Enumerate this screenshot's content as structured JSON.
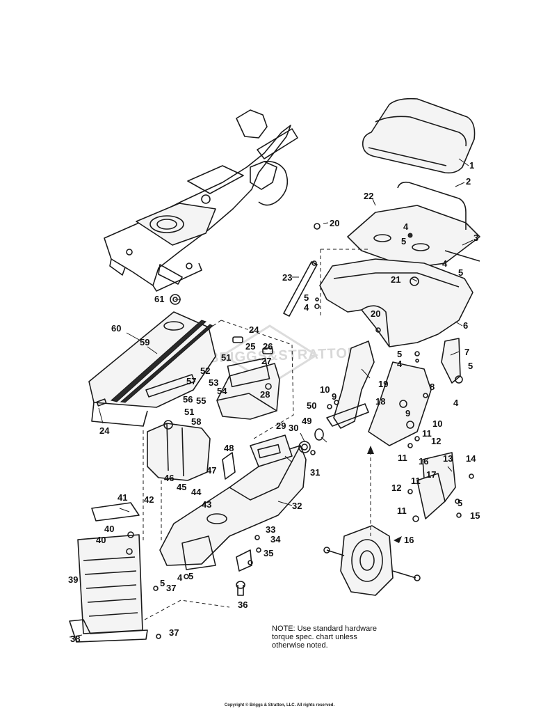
{
  "watermark": "BRIGGS&STRATTON",
  "note_lines": [
    "NOTE: Use standard hardware",
    "torque spec. chart unless",
    "otherwise noted."
  ],
  "copyright": "Copyright © Briggs & Stratton, LLC. All rights reserved.",
  "callouts": [
    {
      "id": "c1",
      "text": "1"
    },
    {
      "id": "c2",
      "text": "2"
    },
    {
      "id": "c3",
      "text": "3"
    },
    {
      "id": "c4a",
      "text": "4"
    },
    {
      "id": "c5a",
      "text": "5"
    },
    {
      "id": "c4b",
      "text": "4"
    },
    {
      "id": "c5b",
      "text": "5"
    },
    {
      "id": "c6",
      "text": "6"
    },
    {
      "id": "c20a",
      "text": "20"
    },
    {
      "id": "c22",
      "text": "22"
    },
    {
      "id": "c21",
      "text": "21"
    },
    {
      "id": "c23",
      "text": "23"
    },
    {
      "id": "c5c",
      "text": "5"
    },
    {
      "id": "c4c",
      "text": "4"
    },
    {
      "id": "c20b",
      "text": "20"
    },
    {
      "id": "c61",
      "text": "61"
    },
    {
      "id": "c60",
      "text": "60"
    },
    {
      "id": "c59",
      "text": "59"
    },
    {
      "id": "c24a",
      "text": "24"
    },
    {
      "id": "c25",
      "text": "25"
    },
    {
      "id": "c26",
      "text": "26"
    },
    {
      "id": "c51a",
      "text": "51"
    },
    {
      "id": "c27",
      "text": "27"
    },
    {
      "id": "c52",
      "text": "52"
    },
    {
      "id": "c53",
      "text": "53"
    },
    {
      "id": "c54",
      "text": "54"
    },
    {
      "id": "c57",
      "text": "57"
    },
    {
      "id": "c56",
      "text": "56"
    },
    {
      "id": "c55",
      "text": "55"
    },
    {
      "id": "c28",
      "text": "28"
    },
    {
      "id": "c24b",
      "text": "24"
    },
    {
      "id": "c51b",
      "text": "51"
    },
    {
      "id": "c58",
      "text": "58"
    },
    {
      "id": "c7",
      "text": "7"
    },
    {
      "id": "c5d",
      "text": "5"
    },
    {
      "id": "c5e",
      "text": "5"
    },
    {
      "id": "c4d",
      "text": "4"
    },
    {
      "id": "c4e",
      "text": "4"
    },
    {
      "id": "c19",
      "text": "19"
    },
    {
      "id": "c8",
      "text": "8"
    },
    {
      "id": "c10a",
      "text": "10"
    },
    {
      "id": "c9a",
      "text": "9"
    },
    {
      "id": "c18",
      "text": "18"
    },
    {
      "id": "c50",
      "text": "50"
    },
    {
      "id": "c9b",
      "text": "9"
    },
    {
      "id": "c10b",
      "text": "10"
    },
    {
      "id": "c11a",
      "text": "11"
    },
    {
      "id": "c12a",
      "text": "12"
    },
    {
      "id": "c49",
      "text": "49"
    },
    {
      "id": "c29",
      "text": "29"
    },
    {
      "id": "c30",
      "text": "30"
    },
    {
      "id": "c11b",
      "text": "11"
    },
    {
      "id": "c16a",
      "text": "16"
    },
    {
      "id": "c31",
      "text": "31"
    },
    {
      "id": "c48",
      "text": "48"
    },
    {
      "id": "c13",
      "text": "13"
    },
    {
      "id": "c14",
      "text": "14"
    },
    {
      "id": "c47",
      "text": "47"
    },
    {
      "id": "c46",
      "text": "46"
    },
    {
      "id": "c45",
      "text": "45"
    },
    {
      "id": "c44",
      "text": "44"
    },
    {
      "id": "c42",
      "text": "42"
    },
    {
      "id": "c17",
      "text": "17"
    },
    {
      "id": "c12b",
      "text": "12"
    },
    {
      "id": "c11c",
      "text": "11"
    },
    {
      "id": "c32",
      "text": "32"
    },
    {
      "id": "c43",
      "text": "43"
    },
    {
      "id": "c41",
      "text": "41"
    },
    {
      "id": "c5f",
      "text": "5"
    },
    {
      "id": "c15",
      "text": "15"
    },
    {
      "id": "c11d",
      "text": "11"
    },
    {
      "id": "c16b",
      "text": "16"
    },
    {
      "id": "c40a",
      "text": "40"
    },
    {
      "id": "c40b",
      "text": "40"
    },
    {
      "id": "c33",
      "text": "33"
    },
    {
      "id": "c34",
      "text": "34"
    },
    {
      "id": "c35",
      "text": "35"
    },
    {
      "id": "c39",
      "text": "39"
    },
    {
      "id": "c5g",
      "text": "5"
    },
    {
      "id": "c4f",
      "text": "4"
    },
    {
      "id": "c5h",
      "text": "5"
    },
    {
      "id": "c37a",
      "text": "37"
    },
    {
      "id": "c36",
      "text": "36"
    },
    {
      "id": "c38",
      "text": "38"
    },
    {
      "id": "c37b",
      "text": "37"
    }
  ]
}
